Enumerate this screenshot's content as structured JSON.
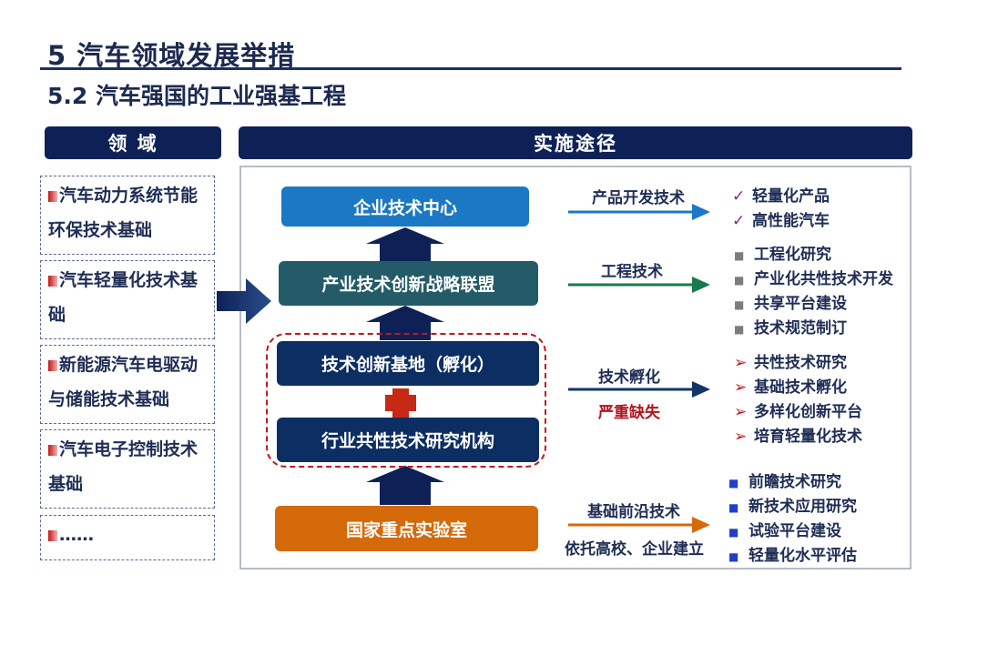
{
  "title": {
    "main": "5  汽车领域发展举措",
    "sub": "5.2  汽车强国的工业强基工程"
  },
  "headers": {
    "field": "领  域",
    "path": "实施途径"
  },
  "fields": [
    "汽车动力系统节能环保技术基础",
    "汽车轻量化技术基础",
    "新能源汽车电驱动与储能技术基础",
    "汽车电子控制技术基础",
    "……"
  ],
  "nodes": {
    "enterprise_center": "企业技术中心",
    "industry_alliance": "产业技术创新战略联盟",
    "innovation_base": "技术创新基地（孵化）",
    "common_tech_institute": "行业共性技术研究机构",
    "national_lab": "国家重点实验室"
  },
  "links": {
    "product_dev": "产品开发技术",
    "engineering": "工程技术",
    "incubation": "技术孵化",
    "incubation_note": "严重缺失",
    "frontier": "基础前沿技术",
    "frontier_note": "依托高校、企业建立"
  },
  "outcomes": {
    "product": [
      "轻量化产品",
      "高性能汽车"
    ],
    "engineering": [
      "工程化研究",
      "产业化共性技术开发",
      "共享平台建设",
      "技术规范制订"
    ],
    "incubation": [
      "共性技术研究",
      "基础技术孵化",
      "多样化创新平台",
      "培育轻量化技术"
    ],
    "frontier": [
      "前瞻技术研究",
      "新技术应用研究",
      "试验平台建设",
      "轻量化水平评估"
    ]
  },
  "colors": {
    "navy": "#0e2157",
    "blue_node": "#1b78c4",
    "teal_node": "#245b69",
    "dark_node": "#0d2e63",
    "orange_node": "#d46a0a",
    "arrow_blue": "#1b78c4",
    "arrow_green": "#177a4c",
    "arrow_navy": "#123468",
    "arrow_orange": "#d46a0a",
    "red_dash": "#c2161e",
    "note_red": "#b3141c"
  }
}
